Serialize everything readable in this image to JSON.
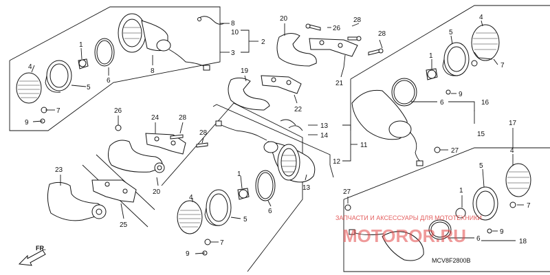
{
  "callouts": [
    "1",
    "2",
    "3",
    "4",
    "5",
    "6",
    "7",
    "8",
    "9",
    "10",
    "11",
    "12",
    "13",
    "14",
    "15",
    "16",
    "17",
    "18",
    "19",
    "20",
    "21",
    "22",
    "23",
    "24",
    "25",
    "26",
    "27",
    "28"
  ],
  "front_marker": "FR.",
  "diagram_code": "MCV8F2800B",
  "watermark": {
    "line1": "ЗАПЧАСТИ И АКСЕССУАРЫ ДЛЯ МОТОТЕХНИКИ",
    "line2": "MOTOROR.RU"
  }
}
